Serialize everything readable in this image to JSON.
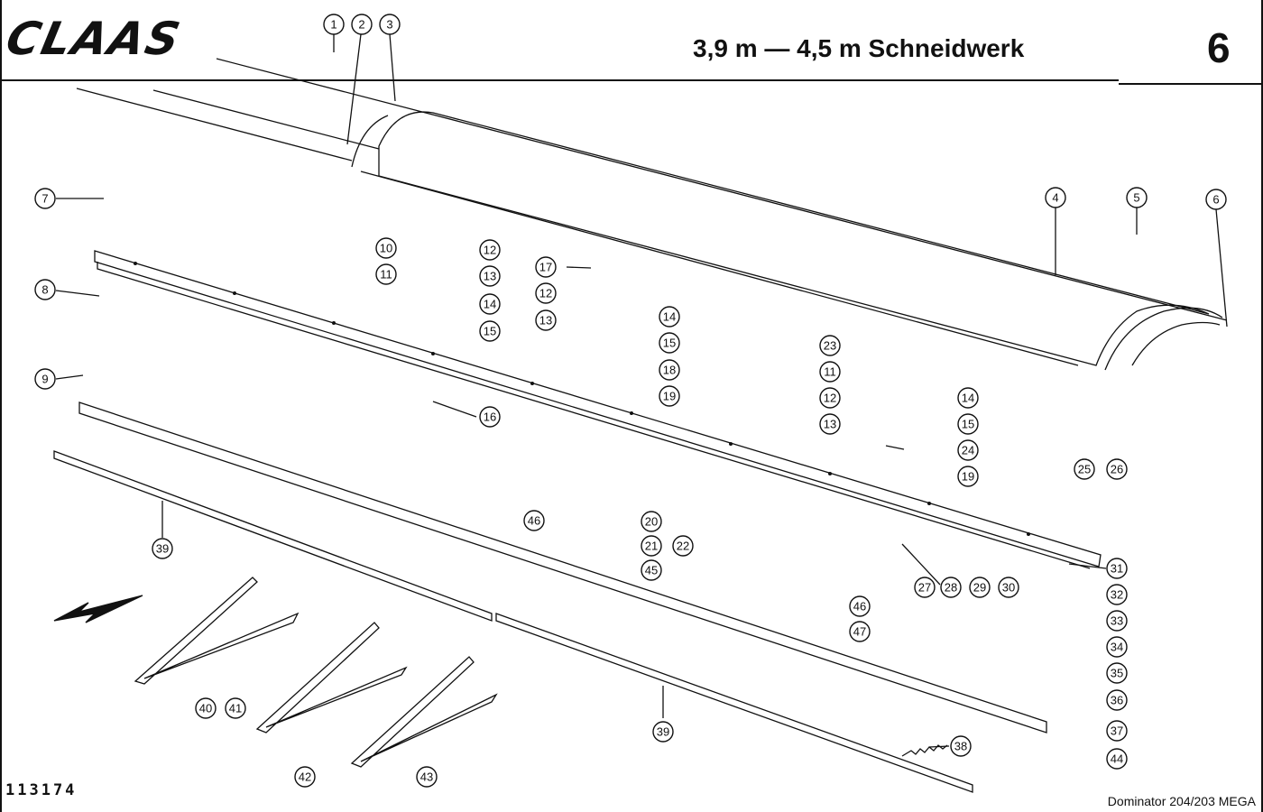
{
  "header": {
    "brand": "CLAAS",
    "title": "3,9 m — 4,5 m Schneidwerk",
    "page_number": "6"
  },
  "footer": {
    "drawing_number": "113174",
    "model": "Dominator 204/203 MEGA"
  },
  "callouts": [
    "1",
    "2",
    "3",
    "4",
    "5",
    "6",
    "7",
    "8",
    "9",
    "10",
    "11",
    "12",
    "13",
    "14",
    "15",
    "16",
    "17",
    "12",
    "13",
    "14",
    "15",
    "18",
    "19",
    "23",
    "11",
    "12",
    "13",
    "14",
    "15",
    "24",
    "19",
    "25",
    "26",
    "31",
    "46",
    "20",
    "21",
    "45",
    "22",
    "39",
    "28",
    "27",
    "29",
    "30",
    "32",
    "33",
    "46",
    "47",
    "34",
    "35",
    "36",
    "37",
    "44",
    "38",
    "39",
    "40",
    "41",
    "42",
    "43"
  ],
  "colors": {
    "ink": "#111111",
    "paper": "#ffffff",
    "hatch": "#cfcfcf"
  }
}
